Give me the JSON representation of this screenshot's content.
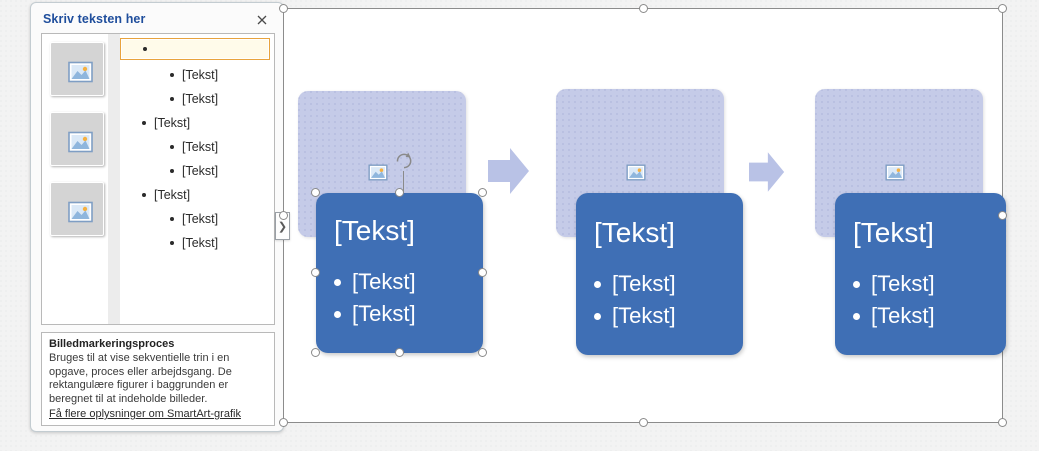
{
  "text_pane": {
    "title": "Skriv teksten her",
    "close_icon": "close-icon",
    "thumbnails": [
      {
        "icon": "picture-placeholder-icon"
      },
      {
        "icon": "picture-placeholder-icon"
      },
      {
        "icon": "picture-placeholder-icon"
      }
    ],
    "items": [
      {
        "label": "",
        "level": 1,
        "selected": true
      },
      {
        "label": "[Tekst]",
        "level": 2,
        "selected": false
      },
      {
        "label": "[Tekst]",
        "level": 2,
        "selected": false
      },
      {
        "label": "[Tekst]",
        "level": 1,
        "selected": false
      },
      {
        "label": "[Tekst]",
        "level": 2,
        "selected": false
      },
      {
        "label": "[Tekst]",
        "level": 2,
        "selected": false
      },
      {
        "label": "[Tekst]",
        "level": 1,
        "selected": false
      },
      {
        "label": "[Tekst]",
        "level": 2,
        "selected": false
      },
      {
        "label": "[Tekst]",
        "level": 2,
        "selected": false
      }
    ],
    "description": {
      "title": "Billedmarkeringsproces",
      "body": "Bruges til at vise sekventielle trin i en opgave, proces eller arbejdsgang. De rektangulære figurer i baggrunden er beregnet til at indeholde billeder.",
      "link": "Få flere oplysninger om SmartArt-grafik"
    }
  },
  "canvas": {
    "pane_toggle_icon": "chevron-right-icon",
    "groups": [
      {
        "picture_icon": "picture-placeholder-icon",
        "title": "[Tekst]",
        "bullets": [
          "[Tekst]",
          "[Tekst]"
        ],
        "selected": true,
        "rotation_handle_icon": "rotate-icon"
      },
      {
        "picture_icon": "picture-placeholder-icon",
        "title": "[Tekst]",
        "bullets": [
          "[Tekst]",
          "[Tekst]"
        ],
        "selected": false
      },
      {
        "picture_icon": "picture-placeholder-icon",
        "title": "[Tekst]",
        "bullets": [
          "[Tekst]",
          "[Tekst]"
        ],
        "selected": false
      }
    ],
    "arrows": [
      {
        "icon": "arrow-right-icon"
      },
      {
        "icon": "arrow-right-icon"
      }
    ]
  },
  "colors": {
    "accent_blue": "#3f6fb5",
    "back_rect": "#c5cbe8",
    "title_blue": "#1f4e9c",
    "selection_orange": "#e8a33d",
    "handle_gray": "#8a8a8a"
  }
}
